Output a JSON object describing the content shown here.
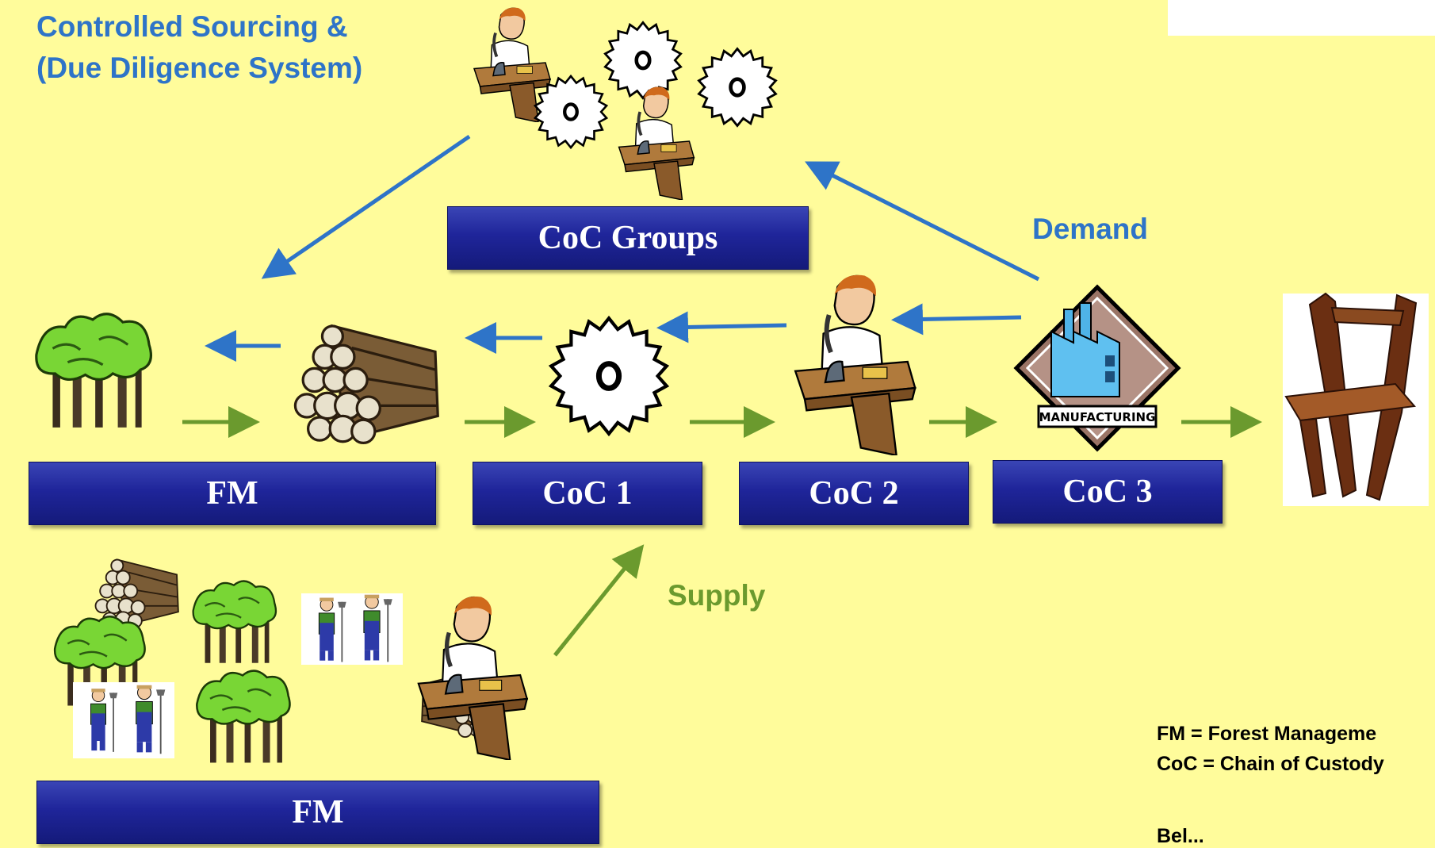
{
  "title": {
    "line1": "Controlled Sourcing &",
    "line2": "(Due Diligence System)"
  },
  "boxes": {
    "coc_groups": "CoC Groups",
    "fm_top": "FM",
    "coc1": "CoC 1",
    "coc2": "CoC 2",
    "coc3": "CoC 3",
    "fm_bottom": "FM"
  },
  "labels": {
    "demand": "Demand",
    "supply": "Supply",
    "manufacturing": "MANUFACTURING"
  },
  "legend": {
    "fm": "FM = Forest Manageme",
    "coc": "CoC = Chain of Custody"
  },
  "footer": "Bel...",
  "colors": {
    "background": "#fffc9b",
    "demand_arrow": "#2e74c8",
    "supply_arrow": "#6b9a2e",
    "box": "#1f259a"
  },
  "icons": [
    "forest-icon",
    "log-pile-icon",
    "saw-blade-icon",
    "office-worker-icon",
    "factory-icon",
    "chair-icon",
    "farmer-icon"
  ]
}
